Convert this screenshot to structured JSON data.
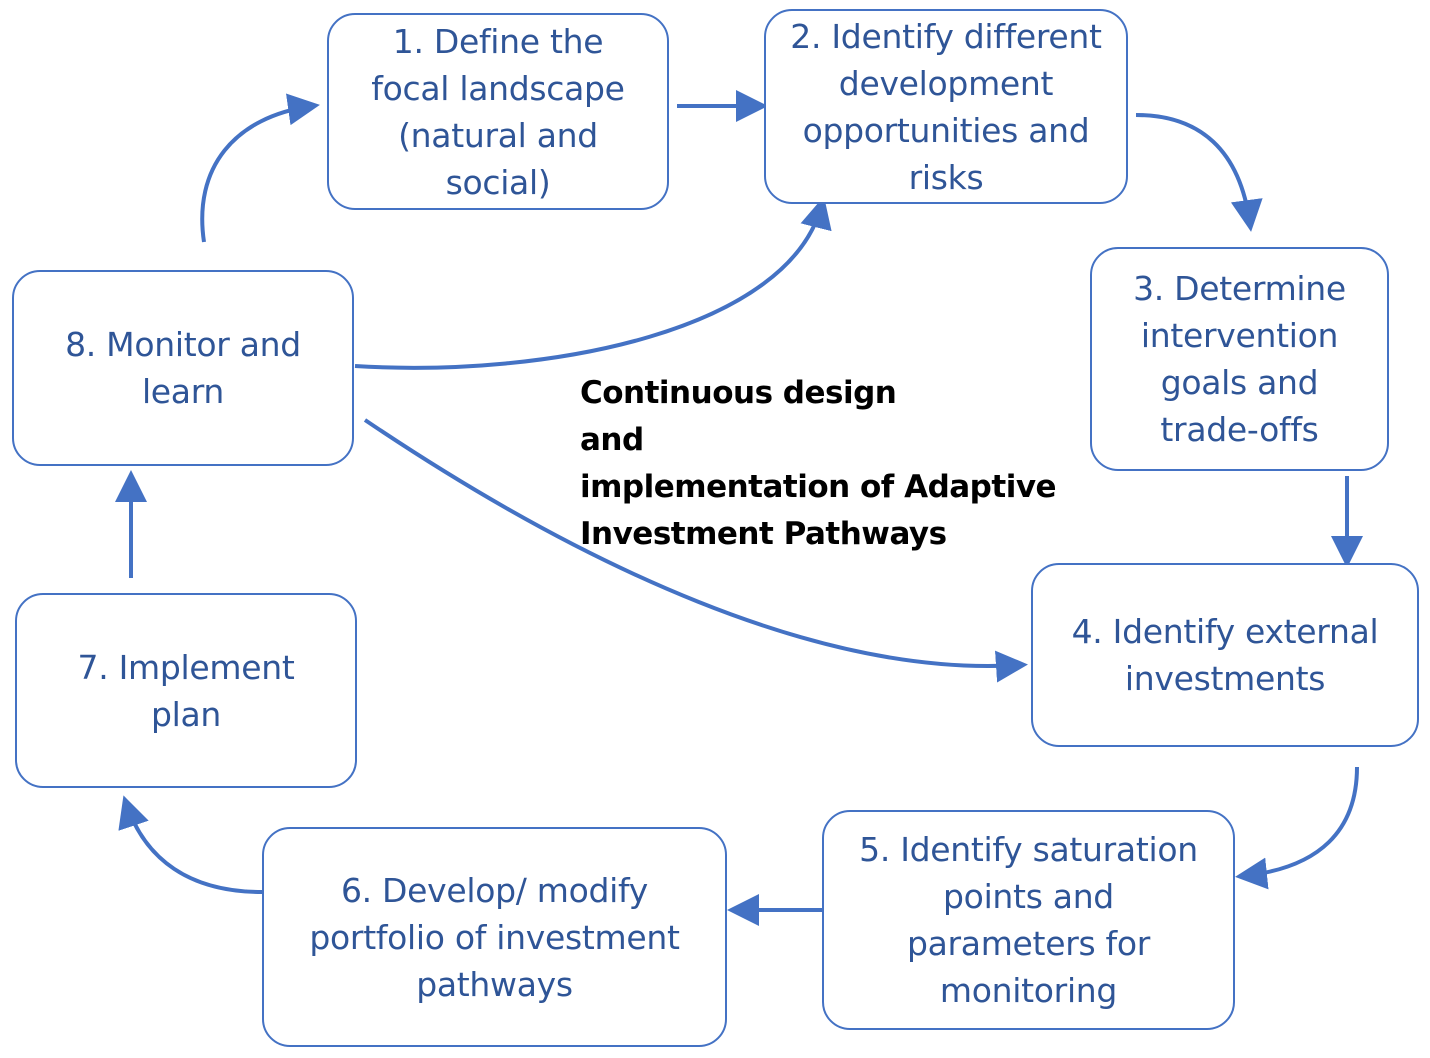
{
  "colors": {
    "stroke": "#4472c4",
    "text": "#2f5597",
    "title": "#000000"
  },
  "center_title": "Continuous design\nand\nimplementation of Adaptive\nInvestment Pathways",
  "steps": [
    {
      "label": "1. Define the\nfocal landscape\n(natural and\nsocial)"
    },
    {
      "label": "2. Identify different\ndevelopment\nopportunities and\nrisks"
    },
    {
      "label": "3. Determine\nintervention\ngoals and\ntrade-offs"
    },
    {
      "label": "4. Identify external\ninvestments"
    },
    {
      "label": "5. Identify saturation\npoints and\nparameters for\nmonitoring"
    },
    {
      "label": "6. Develop/ modify\nportfolio of investment\npathways"
    },
    {
      "label": "7. Implement\nplan"
    },
    {
      "label": "8. Monitor and\nlearn"
    }
  ],
  "arrows": [
    {
      "from": "step-1",
      "to": "step-2"
    },
    {
      "from": "step-2",
      "to": "step-3"
    },
    {
      "from": "step-3",
      "to": "step-4"
    },
    {
      "from": "step-4",
      "to": "step-5"
    },
    {
      "from": "step-5",
      "to": "step-6"
    },
    {
      "from": "step-6",
      "to": "step-7"
    },
    {
      "from": "step-7",
      "to": "step-8"
    },
    {
      "from": "step-8",
      "to": "step-1"
    },
    {
      "from": "step-8",
      "to": "step-2"
    },
    {
      "from": "step-8",
      "to": "step-4"
    }
  ]
}
